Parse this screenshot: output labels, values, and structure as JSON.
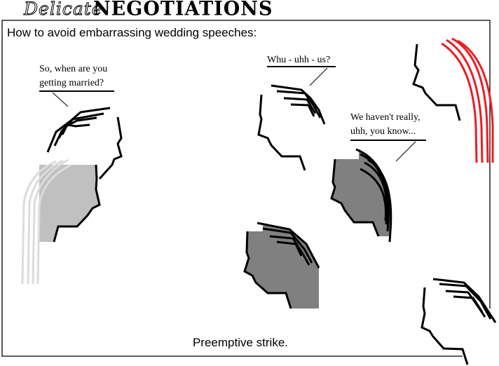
{
  "comic": {
    "title_script": "Delicate",
    "title_main": "NEGOTIATIONS",
    "subtitle": "How to avoid embarrassing wedding speeches:",
    "caption": "Preemptive strike."
  },
  "speech": {
    "question": [
      "So, when are you",
      "getting married?"
    ],
    "confused": "Whu - uhh - us?",
    "answer": [
      "We haven't really,",
      "uhh, you know..."
    ]
  },
  "colors": {
    "outline": "#000000",
    "light_figure": "#c0c0c0",
    "veil": "#dcdcdc",
    "dark_figure": "#808080",
    "red_hair": "#ed1c24"
  }
}
